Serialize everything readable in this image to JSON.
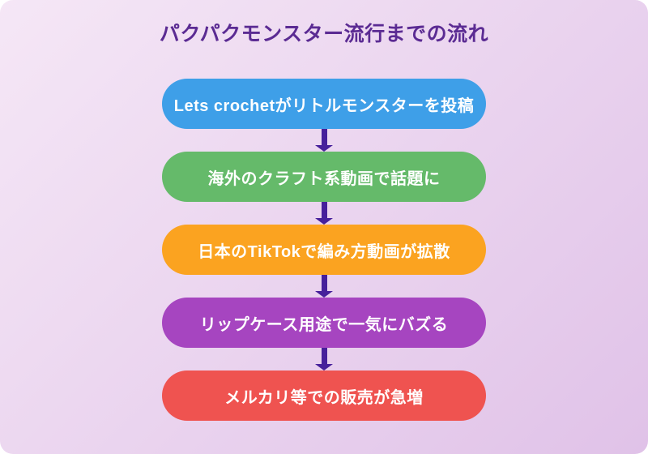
{
  "title": "パクパクモンスター流行までの流れ",
  "steps": [
    {
      "label": "Lets crochetがリトルモンスターを投稿",
      "color": "#3e9fe8"
    },
    {
      "label": "海外のクラフト系動画で話題に",
      "color": "#65ba6a"
    },
    {
      "label": "日本のTikTokで編み方動画が拡散",
      "color": "#fba320"
    },
    {
      "label": "リップケース用途で一気にバズる",
      "color": "#a645c0"
    },
    {
      "label": "メルカリ等での販売が急増",
      "color": "#ef5350"
    }
  ],
  "colors": {
    "bg-start": "#f5e7f6",
    "bg-end": "#e0c2e8",
    "title": "#5b2b93",
    "arrow": "#46209b",
    "step-text": "#ffffff"
  }
}
